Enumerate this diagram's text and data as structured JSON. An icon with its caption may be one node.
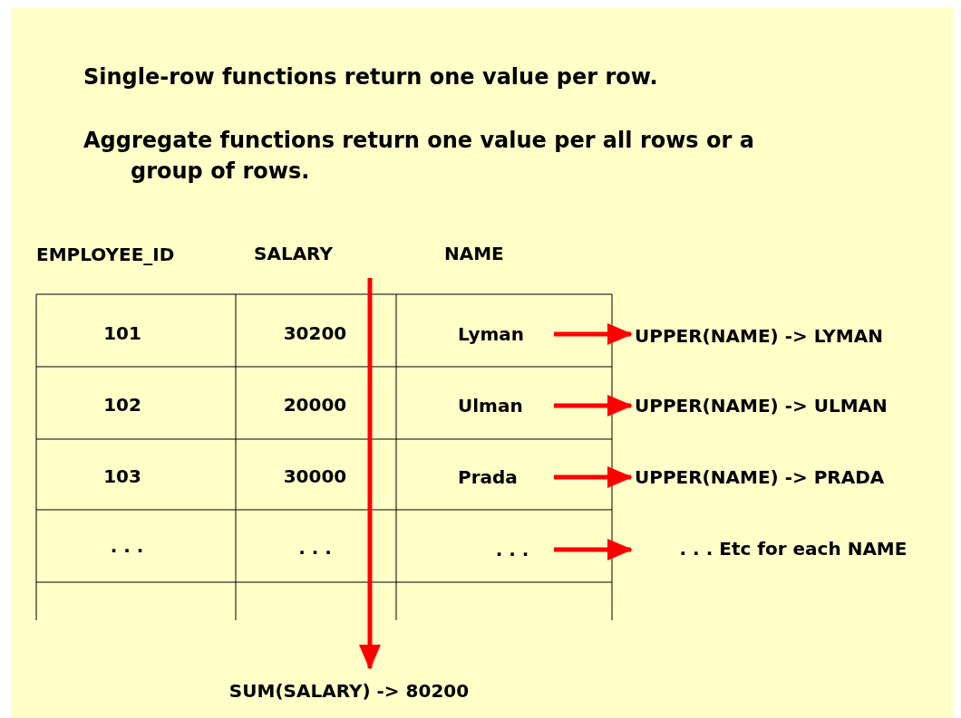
{
  "diagram": {
    "nodes": [
      {
        "text": [
          "Lyman"
        ]
      },
      {
        "text": [
          "UPPER(NAME) -> LYMAN"
        ]
      },
      {
        "text": [
          "Ulman"
        ]
      },
      {
        "text": [
          "UPPER(NAME) -> ULMAN"
        ]
      },
      {
        "text": [
          "Prada"
        ]
      },
      {
        "text": [
          "UPPER(NAME) -> PRADA"
        ]
      },
      {
        "text": [
          ". . ."
        ]
      },
      {
        "text": [
          ". . . Etc for each NAME"
        ]
      },
      {
        "text": [
          "SUM(SALARY) -> 80200"
        ]
      }
    ],
    "edges": [
      {
        "from": 0,
        "to": 1,
        "arrow": "to"
      },
      {
        "from": 2,
        "to": 3,
        "arrow": "to"
      },
      {
        "from": 4,
        "to": 5,
        "arrow": "to"
      },
      {
        "from": 6,
        "to": 7,
        "arrow": "to"
      },
      {
        "from": null,
        "to": 8,
        "arrow": "to"
      }
    ],
    "labels": [
      "Single-row functions return one value per row.",
      "Aggregate functions return one value per all rows or a group of rows.",
      "EMPLOYEE_ID",
      "SALARY",
      "NAME",
      "101",
      "30200",
      "102",
      "20000",
      "103",
      "30000",
      ". . .",
      ". . ."
    ]
  }
}
